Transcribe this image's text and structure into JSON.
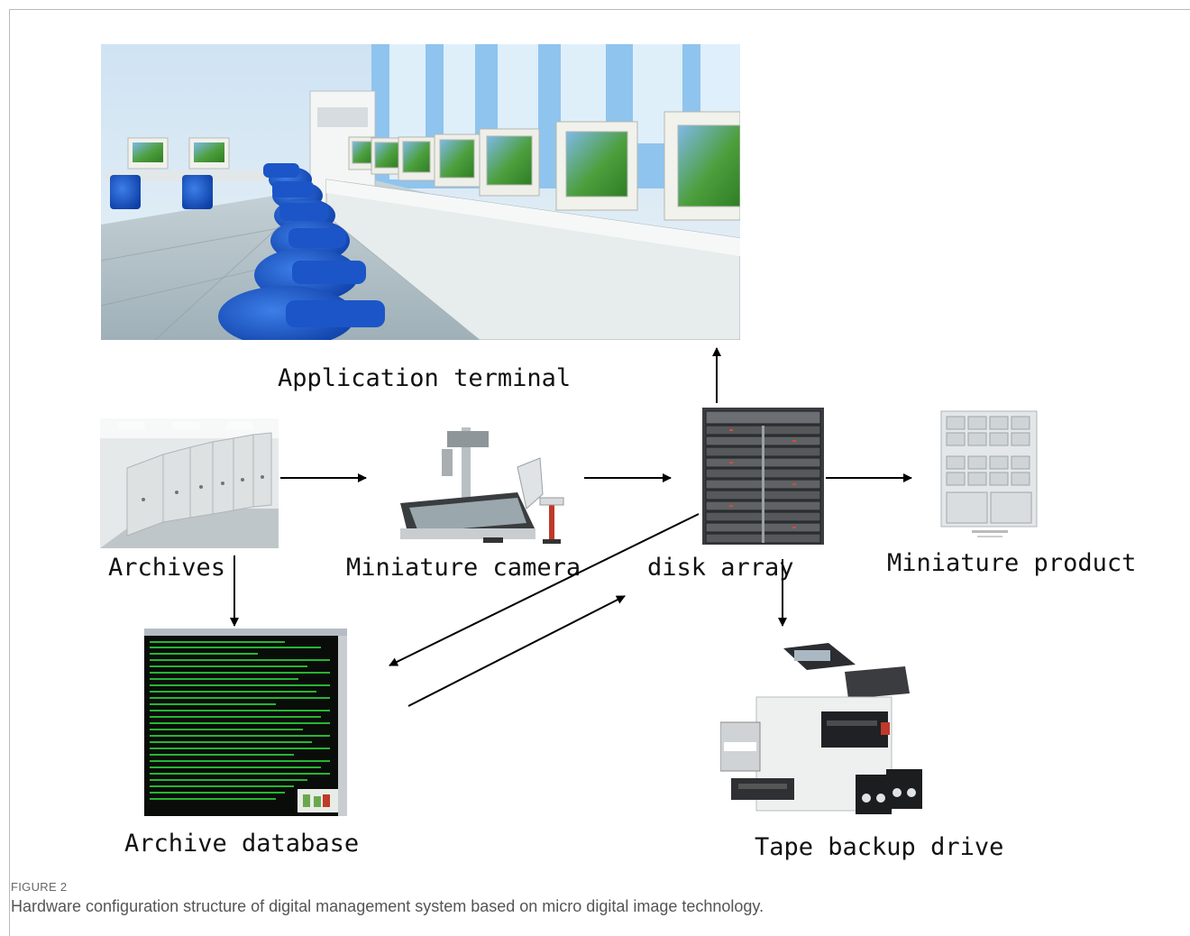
{
  "figure": {
    "tag": "FIGURE 2",
    "caption": "Hardware configuration structure of digital management system based on micro digital image technology."
  },
  "nodes": {
    "application_terminal": "Application terminal",
    "archives": "Archives",
    "miniature_camera": "Miniature camera",
    "disk_array": "disk array",
    "miniature_product": "Miniature product",
    "archive_database": "Archive database",
    "tape_backup_drive": "Tape backup drive"
  },
  "colors": {
    "arrow": "#000000",
    "caption_text": "#555555",
    "screen_green": "#2bd43a"
  }
}
